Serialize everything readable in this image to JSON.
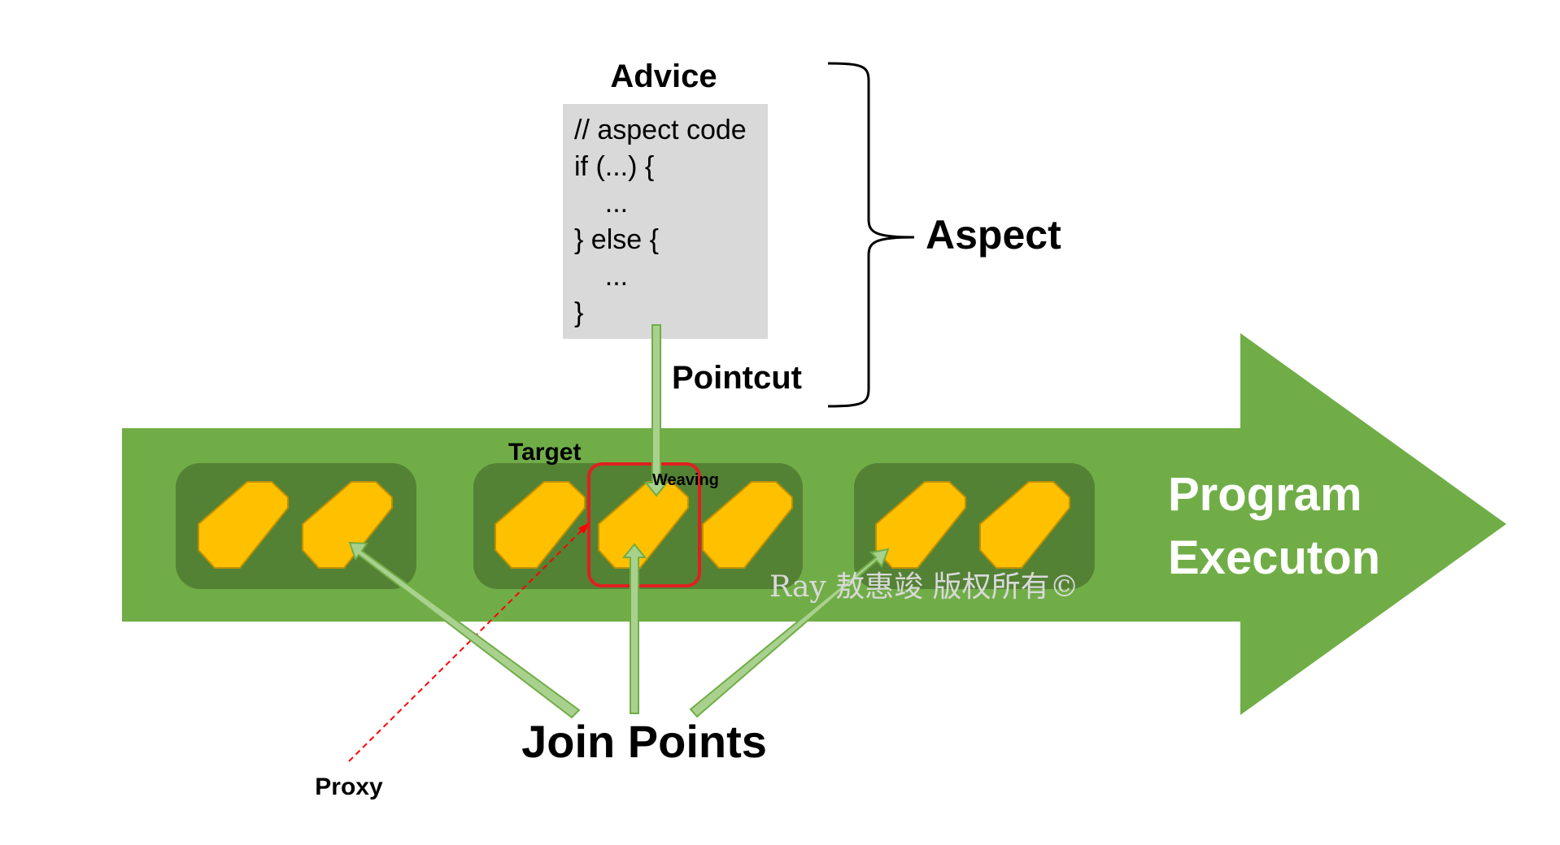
{
  "labels": {
    "advice": "Advice",
    "aspect": "Aspect",
    "pointcut": "Pointcut",
    "target": "Target",
    "weaving": "Weaving",
    "join_points": "Join Points",
    "proxy": "Proxy"
  },
  "advice_code": [
    "// aspect code",
    "if (...) {",
    "    ...",
    "} else {",
    "    ...",
    "}"
  ],
  "program_execution": {
    "line1": "Program",
    "line2": "Executon"
  },
  "watermark": "Ray 敖惠竣 版权所有©",
  "colors": {
    "arrow_green": "#70ad47",
    "group_dark_green": "#548235",
    "join_point_fill": "#ffc000",
    "join_point_stroke": "#bf9000",
    "pointer_fill": "#a9d18e",
    "pointer_stroke": "#70ad47",
    "weaving_highlight": "#e02020",
    "code_box_bg": "#d9d9d9",
    "proxy_line": "#ff0000",
    "program_text": "#ffffff",
    "watermark_text": "#d9d9d9"
  }
}
